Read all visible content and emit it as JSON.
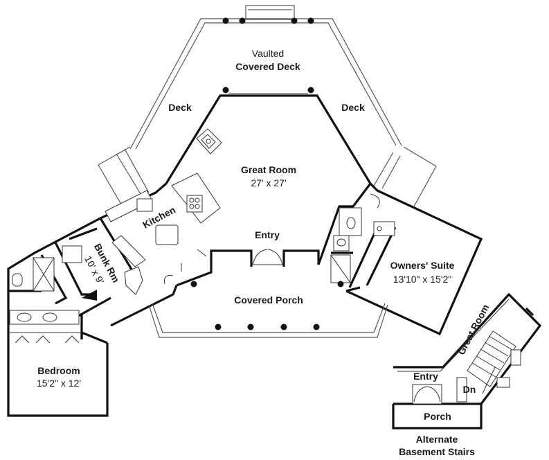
{
  "labels": {
    "vaulted": "Vaulted",
    "covered_deck": "Covered Deck",
    "deck_left": "Deck",
    "deck_right": "Deck",
    "great_room": "Great Room",
    "great_room_dim": "27' x 27'",
    "kitchen": "Kitchen",
    "entry": "Entry",
    "bunk_rm": "Bunk Rm",
    "bunk_rm_dim": "10' x 9'",
    "owners_suite": "Owners' Suite",
    "owners_suite_dim": "13'10\" x 15'2\"",
    "covered_porch": "Covered Porch",
    "bedroom": "Bedroom",
    "bedroom_dim": "15'2\" x 12'",
    "alt_great_room": "Great Room",
    "alt_entry": "Entry",
    "alt_dn": "Dn",
    "alt_porch": "Porch",
    "alt_caption_1": "Alternate",
    "alt_caption_2": "Basement Stairs"
  },
  "colors": {
    "wall": "#111111",
    "line": "#333333",
    "background": "#ffffff"
  }
}
